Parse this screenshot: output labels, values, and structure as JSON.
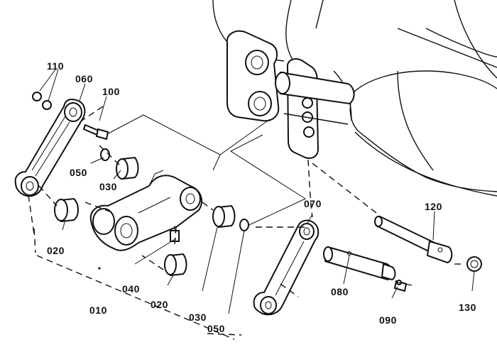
{
  "callouts": {
    "p010": "010",
    "p020a": "020",
    "p020b": "020",
    "p030a": "030",
    "p030b": "030",
    "p040": "040",
    "p050a": "050",
    "p050b": "050",
    "p060": "060",
    "p070": "070",
    "p080": "080",
    "p090": "090",
    "p100": "100",
    "p110": "110",
    "p120": "120",
    "p130": "130"
  }
}
